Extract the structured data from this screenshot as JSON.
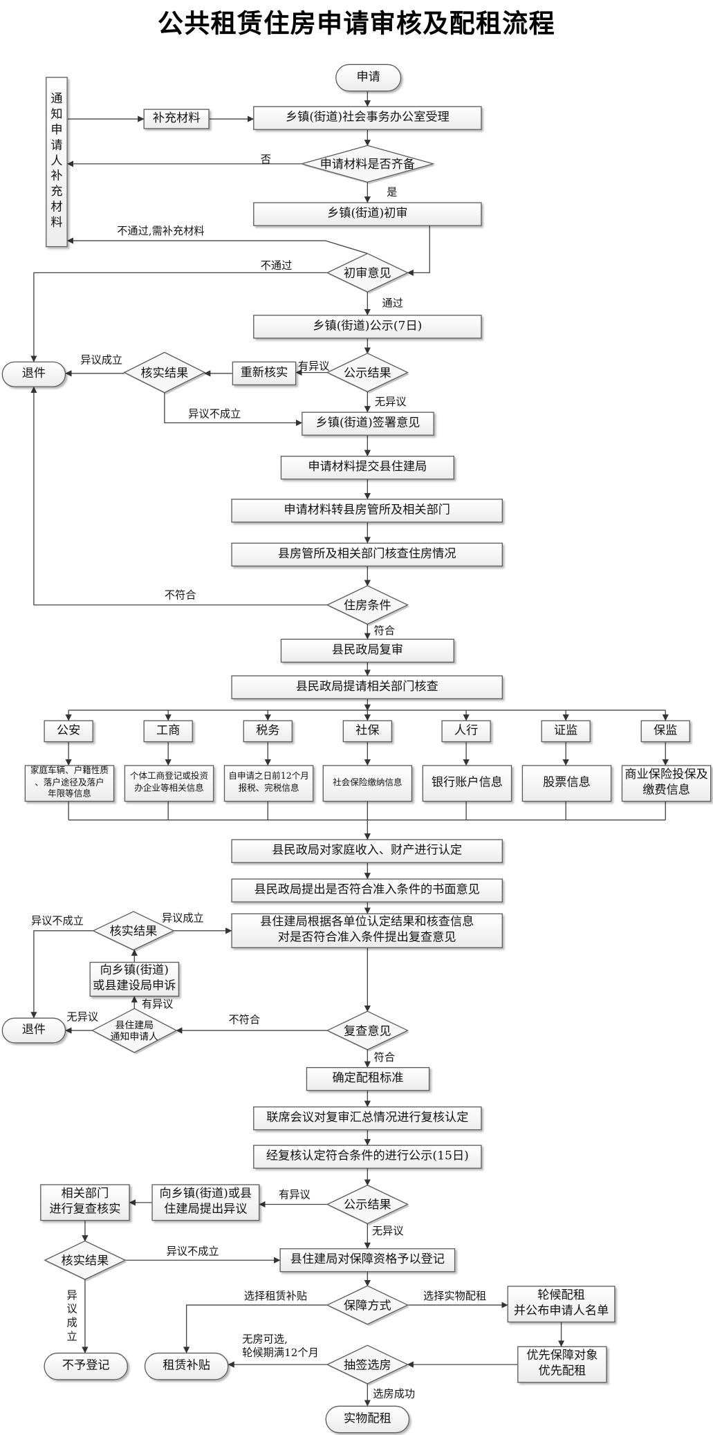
{
  "title": "公共租赁住房申请审核及配租流程",
  "nodes": {
    "start": "申请",
    "accept": "乡镇(街道)社会事务办公室受理",
    "supplement": "补充材料",
    "notify_supplement": "通\n知\n申\n请\n人\n补\n充\n材\n料",
    "materials_complete": "申请材料是否齐备",
    "initial_review": "乡镇(街道)初审",
    "initial_opinion": "初审意见",
    "town_publicity": "乡镇(街道)公示(7日)",
    "publicity_result_1": "公示结果",
    "recheck": "重新核实",
    "verify_result_1": "核实结果",
    "return_1": "退件",
    "town_sign_opinion": "乡镇(街道)签署意见",
    "submit_county_housing": "申请材料提交县住建局",
    "transfer_housing_office": "申请材料转县房管所及相关部门",
    "check_housing": "县房管所及相关部门核查住房情况",
    "housing_condition": "住房条件",
    "civil_review": "县民政局复审",
    "civil_request_check": "县民政局提请相关部门核查",
    "dept_police": "公安",
    "dept_commerce": "工商",
    "dept_tax": "税务",
    "dept_social": "社保",
    "dept_bank": "人行",
    "dept_securities": "证监",
    "dept_insurance": "保监",
    "info_police": "家庭车辆、户籍性质\n、落户途径及落户\n年限等信息",
    "info_commerce": "个体工商登记或投资\n办企业等相关信息",
    "info_tax": "自申请之日前12个月\n报税、完税信息",
    "info_social": "社会保险缴纳信息",
    "info_bank": "银行账户信息",
    "info_securities": "股票信息",
    "info_insurance": "商业保险投保及\n缴费信息",
    "civil_income_assets": "县民政局对家庭收入、财产进行认定",
    "civil_written_opinion": "县民政局提出是否符合准入条件的书面意见",
    "housing_bureau_review": "县住建局根据各单位认定结果和核查信息\n对是否符合准入条件提出复查意见",
    "verify_result_2": "核实结果",
    "appeal": "向乡镇(街道)\n或县建设局申诉",
    "notify_applicant": "县住建局\n通知申请人",
    "return_2": "退件",
    "review_opinion": "复查意见",
    "rent_standard": "确定配租标准",
    "joint_meeting": "联席会议对复审汇总情况进行复核认定",
    "publicity_15": "经复核认定符合条件的进行公示(15日)",
    "publicity_result_2": "公示结果",
    "raise_objection": "向乡镇(街道)或县\n住建局提出异议",
    "dept_recheck": "相关部门\n进行复查核实",
    "verify_result_3": "核实结果",
    "register": "县住建局对保障资格予以登记",
    "no_register": "不予登记",
    "guarantee_mode": "保障方式",
    "wait_allocation": "轮候配租\n并公布申请人名单",
    "rent_subsidy": "租赁补贴",
    "priority": "优先保障对象\n优先配租",
    "lottery": "抽签选房",
    "physical_rent": "实物配租"
  },
  "labels": {
    "no": "否",
    "yes": "是",
    "fail_need_supplement": "不通过,需补充材料",
    "fail": "不通过",
    "pass": "通过",
    "objection_valid": "异议成立",
    "has_objection": "有异议",
    "no_objection": "无异议",
    "objection_invalid": "异议不成立",
    "not_meet": "不符合",
    "meet": "符合",
    "objection_invalid_2": "异议不成立",
    "objection_valid_2": "异议成立",
    "no_objection_2": "无异议",
    "has_objection_2": "有异议",
    "not_meet_2": "不符合",
    "meet_2": "符合",
    "has_objection_3": "有异议",
    "no_objection_3": "无异议",
    "objection_invalid_3": "异议不成立",
    "objection_valid_3": "异\n议\n成\n立",
    "choose_subsidy": "选择租赁补贴",
    "choose_physical": "选择实物配租",
    "no_house_wait": "无房可选,\n轮候期满12个月",
    "success": "选房成功"
  }
}
